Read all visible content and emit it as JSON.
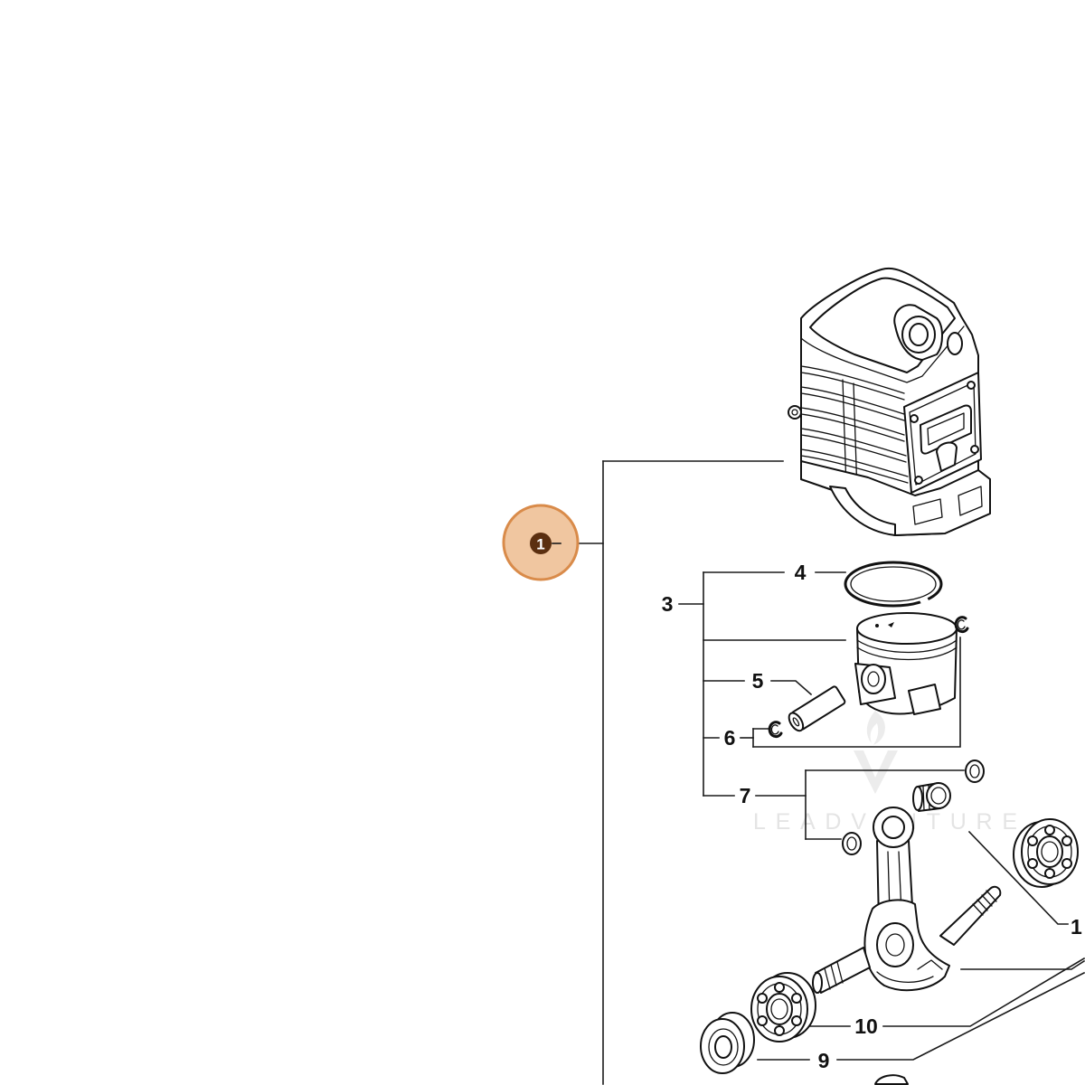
{
  "diagram": {
    "callout": {
      "label": "1"
    },
    "labels": {
      "p3": "3",
      "p4": "4",
      "p5": "5",
      "p6": "6",
      "p7": "7",
      "p10": "10",
      "p9": "9",
      "edge_1": "1"
    },
    "watermark": "LEADVENTURE"
  },
  "colors": {
    "callout_fill": "#f0c6a0",
    "callout_stroke": "#d98b4a",
    "callout_badge": "#5b2f10",
    "line": "#1a1a1a",
    "watermark": "#e4e4e4"
  }
}
